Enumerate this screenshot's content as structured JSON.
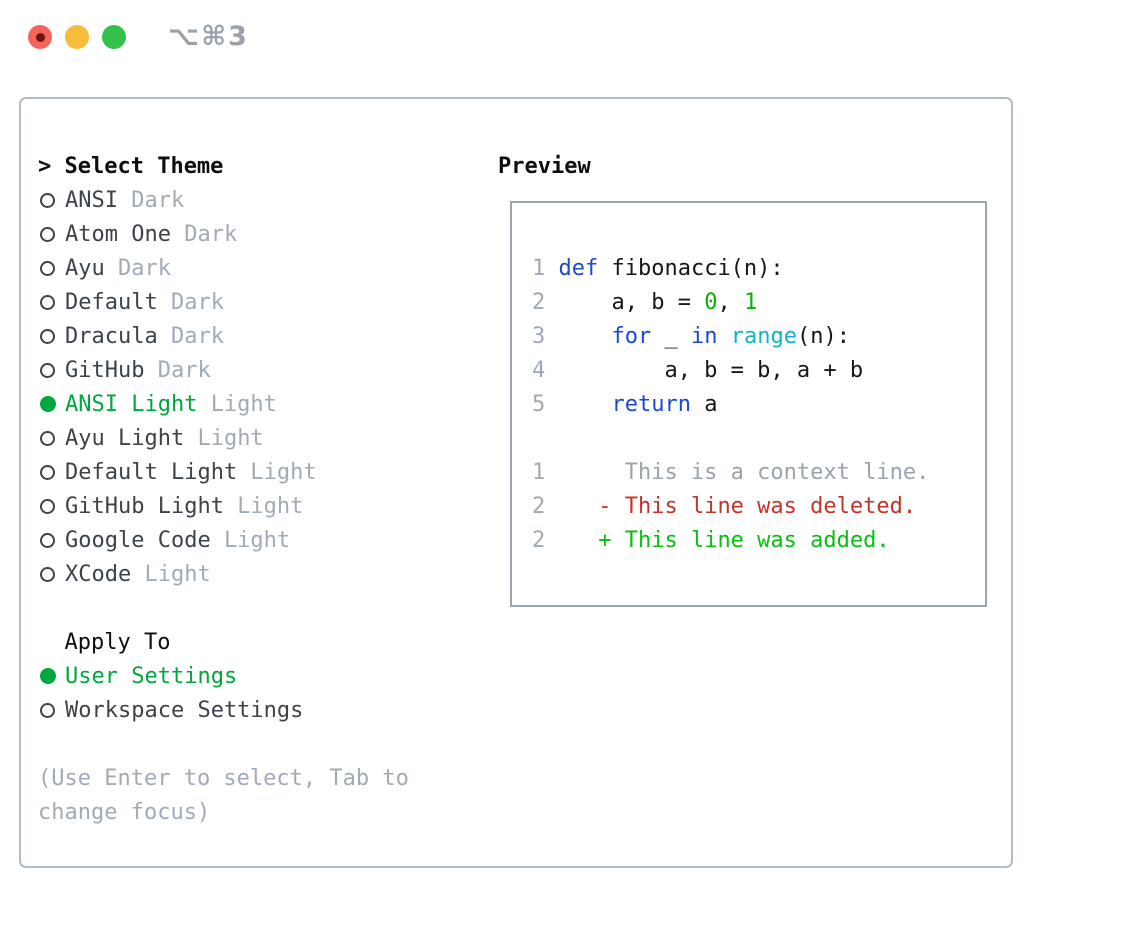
{
  "titlebar": {
    "shortcut": "⌥⌘3"
  },
  "colors": {
    "btn-red": "#f3655b",
    "btn-red-dot": "#6d120c",
    "btn-yellow": "#f6bd3b",
    "btn-green": "#34c14b",
    "shortcut": "#99a1a9",
    "border": "#b3bcc6",
    "border2": "#9ba5b0",
    "header": "#0b0e12",
    "item": "#3c434b",
    "muted": "#a1abb8",
    "green": "#00a73e",
    "code-text": "#14181d",
    "lineno": "#9fa9b6",
    "keyword": "#1c49d4",
    "builtin": "#0fb5c5",
    "number": "#08b108",
    "context": "#9aa3b0",
    "deleted": "#c1352a",
    "added": "#0abf12"
  },
  "theme_list": {
    "cursor": ">",
    "title": "Select Theme",
    "items": [
      {
        "name": "ANSI",
        "variant": "Dark",
        "selected": false
      },
      {
        "name": "Atom One",
        "variant": "Dark",
        "selected": false
      },
      {
        "name": "Ayu",
        "variant": "Dark",
        "selected": false
      },
      {
        "name": "Default",
        "variant": "Dark",
        "selected": false
      },
      {
        "name": "Dracula",
        "variant": "Dark",
        "selected": false
      },
      {
        "name": "GitHub",
        "variant": "Dark",
        "selected": false
      },
      {
        "name": "ANSI Light",
        "variant": "Light",
        "selected": true
      },
      {
        "name": "Ayu Light",
        "variant": "Light",
        "selected": false
      },
      {
        "name": "Default Light",
        "variant": "Light",
        "selected": false
      },
      {
        "name": "GitHub Light",
        "variant": "Light",
        "selected": false
      },
      {
        "name": "Google Code",
        "variant": "Light",
        "selected": false
      },
      {
        "name": "XCode",
        "variant": "Light",
        "selected": false
      }
    ]
  },
  "apply_to": {
    "title": "Apply To",
    "options": [
      {
        "label": "User Settings",
        "selected": true
      },
      {
        "label": "Workspace Settings",
        "selected": false
      }
    ]
  },
  "help_lines": [
    "(Use Enter to select, Tab to",
    "change focus)"
  ],
  "preview": {
    "title": "Preview",
    "lines": [
      {
        "num": "1",
        "segments": [
          {
            "t": "def",
            "c": "keyword"
          },
          {
            "t": " fibonacci(n):",
            "c": "code-text"
          }
        ]
      },
      {
        "num": "2",
        "segments": [
          {
            "t": "    a, b = ",
            "c": "code-text"
          },
          {
            "t": "0",
            "c": "number"
          },
          {
            "t": ", ",
            "c": "code-text"
          },
          {
            "t": "1",
            "c": "number"
          }
        ]
      },
      {
        "num": "3",
        "segments": [
          {
            "t": "    ",
            "c": "code-text"
          },
          {
            "t": "for",
            "c": "keyword"
          },
          {
            "t": " _ ",
            "c": "code-text"
          },
          {
            "t": "in",
            "c": "keyword"
          },
          {
            "t": " ",
            "c": "code-text"
          },
          {
            "t": "range",
            "c": "builtin"
          },
          {
            "t": "(n):",
            "c": "code-text"
          }
        ]
      },
      {
        "num": "4",
        "segments": [
          {
            "t": "        a, b = b, a + b",
            "c": "code-text"
          }
        ]
      },
      {
        "num": "5",
        "segments": [
          {
            "t": "    ",
            "c": "code-text"
          },
          {
            "t": "return",
            "c": "keyword"
          },
          {
            "t": " a",
            "c": "code-text"
          }
        ]
      },
      {
        "num": "",
        "segments": []
      },
      {
        "num": "1",
        "segments": [
          {
            "t": "     This is a context line.",
            "c": "context"
          }
        ]
      },
      {
        "num": "2",
        "segments": [
          {
            "t": "   ",
            "c": "code-text"
          },
          {
            "t": "- This line was deleted.",
            "c": "deleted"
          }
        ]
      },
      {
        "num": "2",
        "segments": [
          {
            "t": "   ",
            "c": "code-text"
          },
          {
            "t": "+ This line was added.",
            "c": "added"
          }
        ]
      }
    ]
  }
}
